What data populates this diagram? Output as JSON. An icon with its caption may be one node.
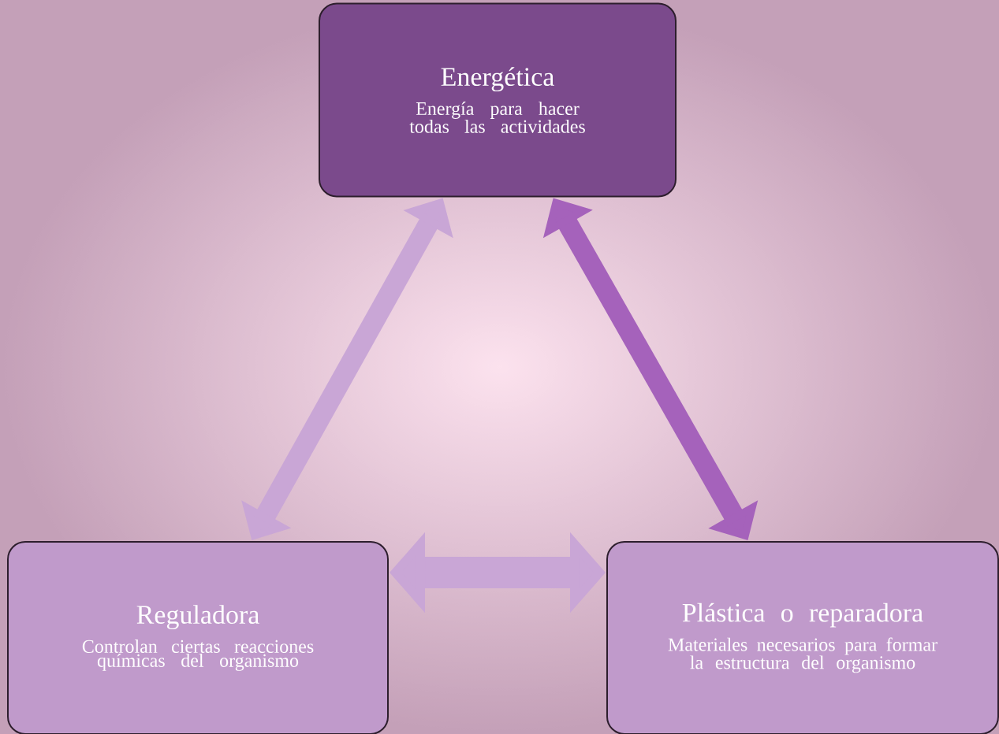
{
  "diagram": {
    "nodes": [
      {
        "text": [
          "Energética",
          "Energía para hacer todas las actividades"
        ]
      },
      {
        "text": [
          "Reguladora",
          "Controlan  ciertas reacciones químicas del organismo"
        ]
      },
      {
        "text": [
          "Plástica o reparadora",
          "Materiales necesarios para formar la estructura del organismo"
        ]
      }
    ],
    "edges": [
      {
        "from": 0,
        "to": 1,
        "arrow": "both"
      },
      {
        "from": 0,
        "to": 2,
        "arrow": "both",
        "color": "#a562bb"
      },
      {
        "from": 1,
        "to": 2,
        "arrow": "both"
      }
    ]
  }
}
